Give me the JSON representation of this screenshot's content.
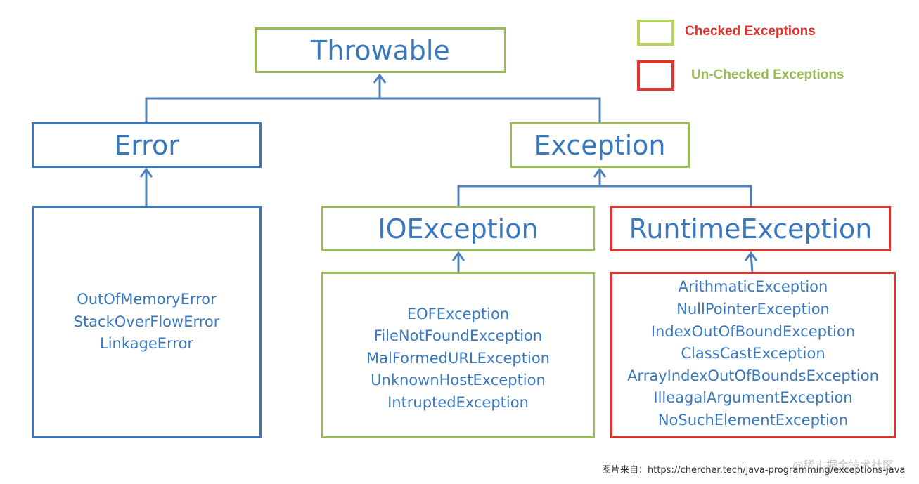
{
  "nodes": {
    "throwable": "Throwable",
    "error": "Error",
    "exception": "Exception",
    "io_exception": "IOException",
    "runtime_exception": "RuntimeException"
  },
  "error_list": [
    "OutOfMemoryError",
    "StackOverFlowError",
    "LinkageError"
  ],
  "io_list": [
    "EOFException",
    "FileNotFoundException",
    "MalFormedURLException",
    "UnknownHostException",
    "IntruptedException"
  ],
  "runtime_list": [
    "ArithmaticException",
    "NullPointerException",
    "IndexOutOfBoundException",
    "ClassCastException",
    "ArrayIndexOutOfBoundsException",
    "IlleagalArgumentException",
    "NoSuchElementException"
  ],
  "legend": {
    "checked_label": "Checked Exceptions",
    "checked_color": "#e0312b",
    "checked_swatch_color": "#b5d35a",
    "unchecked_label": "Un-Checked Exceptions",
    "unchecked_color": "#9bbb59",
    "unchecked_swatch_color": "#e0312b"
  },
  "caption": "图片来自：https://chercher.tech/java-programming/exceptions-java",
  "watermark": "@稀土掘金技术社区",
  "colors": {
    "blue": "#3a78bd",
    "green": "#9bbb59",
    "red": "#e0312b"
  }
}
